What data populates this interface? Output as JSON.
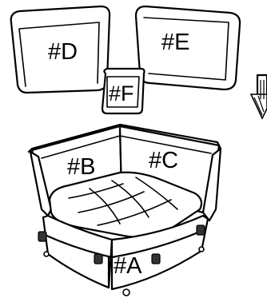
{
  "labels": {
    "part_d": "#D",
    "part_e": "#E",
    "part_f": "#F",
    "part_b": "#B",
    "part_c": "#C",
    "part_a": "#A"
  },
  "icons": {
    "direction": "down-arrow-icon"
  }
}
